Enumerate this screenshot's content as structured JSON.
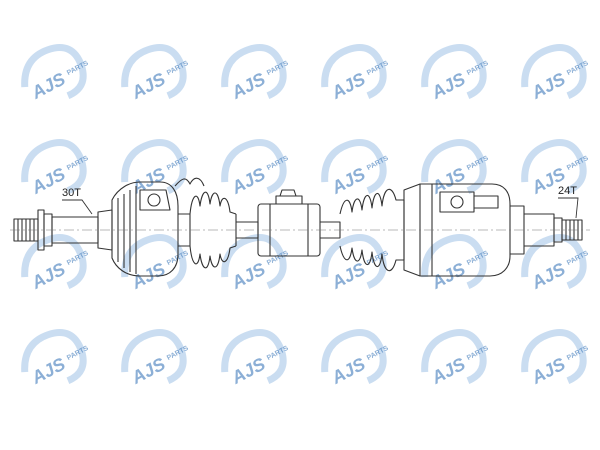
{
  "watermark": {
    "text": "AJS PARTS",
    "color": "#2f6fb5",
    "icon": "car-logo-icon"
  },
  "callouts": {
    "left_spline": "30T",
    "right_spline": "24T"
  },
  "colors": {
    "line": "#333333",
    "background": "#ffffff"
  }
}
